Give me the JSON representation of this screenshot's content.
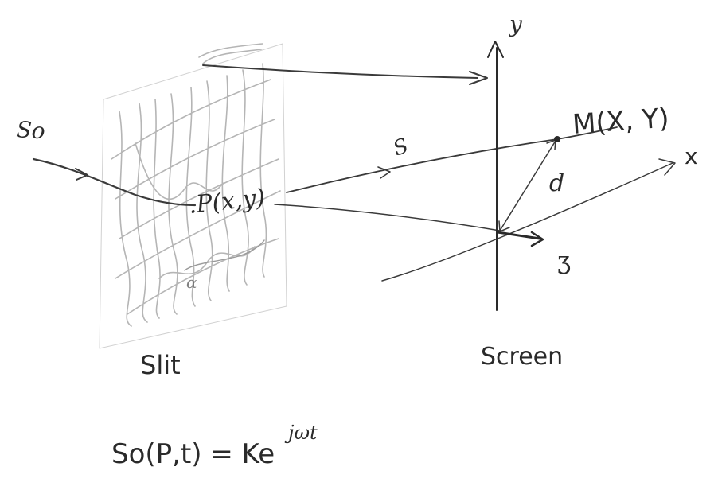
{
  "labels": {
    "source": "So",
    "point_p": ".P(x,y)",
    "alpha": "α",
    "path": "S",
    "point_m": "M(X, Y)",
    "distance": "d",
    "axis_y": "y",
    "axis_x": "x",
    "axis_z": "ʒ",
    "slit": "Slit",
    "screen": "Screen"
  },
  "formula": {
    "lhs": "So(P,t) = Ke",
    "exponent": "jωt"
  },
  "colors": {
    "ink": "#2a2a2a",
    "slit_shading": "#a8a8a8"
  }
}
